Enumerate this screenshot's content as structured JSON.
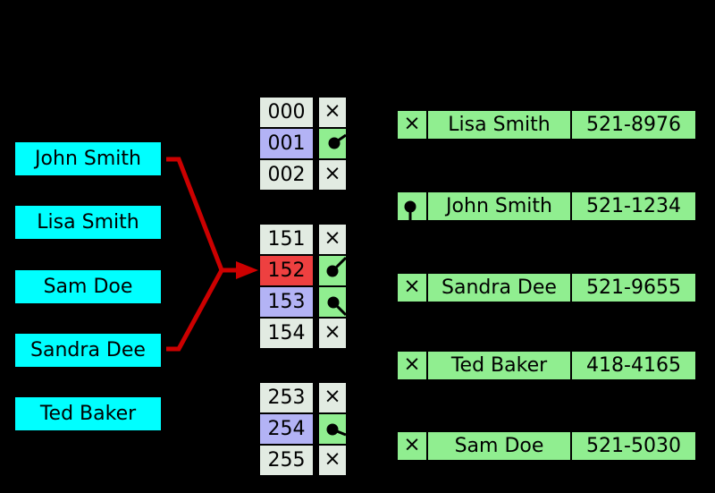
{
  "colors": {
    "background": "#000000",
    "key_fill": "#00ffff",
    "cell_default": "#e2ebe2",
    "cell_purple": "#b3b3f5",
    "cell_red": "#ee4040",
    "cell_green": "#90ee90",
    "border": "#000000",
    "arrow": "#cc0000"
  },
  "glyphs": {
    "null_pointer": "×"
  },
  "keys": [
    {
      "label": "John Smith"
    },
    {
      "label": "Lisa Smith"
    },
    {
      "label": "Sam Doe"
    },
    {
      "label": "Sandra Dee"
    },
    {
      "label": "Ted Baker"
    }
  ],
  "buckets": {
    "blocks": [
      {
        "rows": [
          {
            "index": "000",
            "pointer": "null"
          },
          {
            "index": "001",
            "pointer": "occupied",
            "highlight": "purple"
          },
          {
            "index": "002",
            "pointer": "null"
          }
        ]
      },
      {
        "rows": [
          {
            "index": "151",
            "pointer": "null"
          },
          {
            "index": "152",
            "pointer": "occupied",
            "highlight": "red"
          },
          {
            "index": "153",
            "pointer": "occupied",
            "highlight": "purple"
          },
          {
            "index": "154",
            "pointer": "null"
          }
        ]
      },
      {
        "rows": [
          {
            "index": "253",
            "pointer": "null"
          },
          {
            "index": "254",
            "pointer": "occupied",
            "highlight": "purple"
          },
          {
            "index": "255",
            "pointer": "null"
          }
        ]
      }
    ]
  },
  "entries": [
    {
      "next_pointer": "null",
      "name": "Lisa Smith",
      "phone": "521-8976"
    },
    {
      "next_pointer": "occupied",
      "name": "John Smith",
      "phone": "521-1234"
    },
    {
      "next_pointer": "null",
      "name": "Sandra Dee",
      "phone": "521-9655"
    },
    {
      "next_pointer": "null",
      "name": "Ted Baker",
      "phone": "418-4165"
    },
    {
      "next_pointer": "null",
      "name": "Sam Doe",
      "phone": "521-5030"
    }
  ],
  "arrow": {
    "source_keys": [
      "John Smith",
      "Sandra Dee"
    ],
    "target_bucket": "152"
  }
}
